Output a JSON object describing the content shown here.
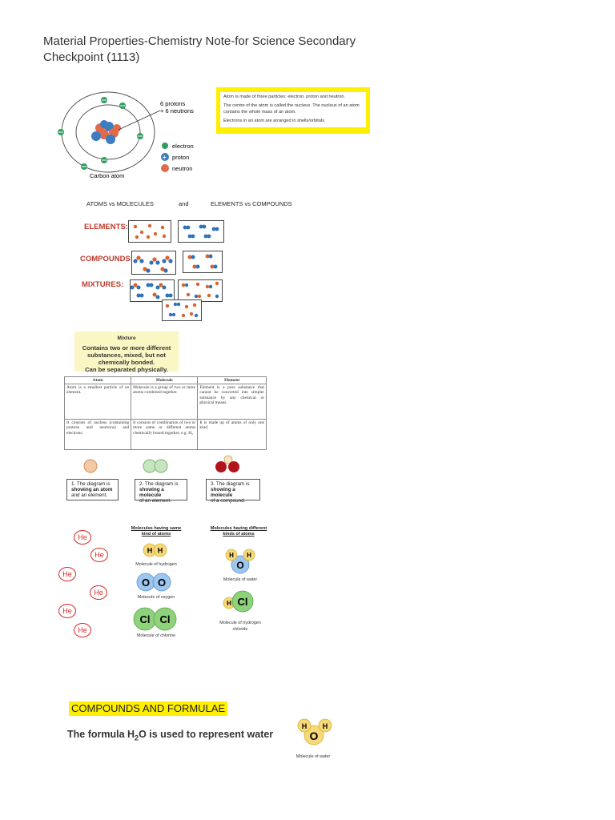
{
  "page": {
    "title_line1": "Material Properties-Chemistry Note-for Science Secondary",
    "title_line2": "Checkpoint (1113)"
  },
  "atom_figure": {
    "label_protons": "6 protons",
    "label_neutrons": "+ 6 neutrons",
    "legend_electron": "electron",
    "legend_proton": "proton",
    "legend_neutron": "neutron",
    "caption": "Carbon atom",
    "proton_symbol": "+"
  },
  "atom_note": {
    "line1": "Atom is made of three particles: electron, proton and neutron.",
    "line2": "The centre of the atom is called the nucleus. The nucleus of an atom contains the whole mass of an atom.",
    "line3": "Electrons in an atom are arranged in shells/orbitals."
  },
  "subheading": {
    "left": "ATOMS vs MOLECULES",
    "mid": "and",
    "right": "ELEMENTS vs COMPOUNDS"
  },
  "classification": {
    "elements": "ELEMENTS:",
    "compounds": "COMPOUNDS:",
    "mixtures": "MIXTURES:"
  },
  "mixture_box": {
    "heading": "Mixture",
    "line1": "Contains two or more different",
    "line2": "substances, mixed, but not",
    "line3": "chemically bonded.",
    "line4": "Can be separated physically."
  },
  "comparison_table": {
    "headers": [
      "Atom",
      "Molecule",
      "Element"
    ],
    "row1": [
      "Atom is a smallest particle of an element.",
      "Molecule is a group of two or more atoms combined together.",
      "Element is a pure substance that cannot be converted into simpler substance by any chemical or physical means."
    ],
    "row2": [
      "It consists of nucleus (containing protons and neutrons) and electrons.",
      "It consists of combination of two or more same or different atoms chemically bound together, e.g. H₂",
      "It is made up of atoms of only one kind."
    ]
  },
  "diagram_captions": {
    "c1": [
      "1. The diagram is",
      "showing an atom",
      "and an element."
    ],
    "c2": [
      "2. The diagram is",
      "showing a molecule",
      "of an element."
    ],
    "c3": [
      "3. The diagram is",
      "showing a molecule",
      "of a compound."
    ]
  },
  "molecules": {
    "same_heading_1": "Molecules having same",
    "same_heading_2": "kind of atoms",
    "diff_heading_1": "Molecules having different",
    "diff_heading_2": "kinds of atoms",
    "hydrogen_label": "Molecule of hydrogen",
    "oxygen_label": "Molecule of oxygen",
    "chlorine_label": "Molecule of chlorine",
    "water_label": "Molecule of water",
    "hcl_label_1": "Molecule of hydrogen",
    "hcl_label_2": "chloride",
    "sym_H": "H",
    "sym_O": "O",
    "sym_Cl": "Cl",
    "sym_He": "He"
  },
  "formula_section": {
    "heading": "COMPOUNDS AND FORMULAE",
    "formula_pre": "The formula H",
    "formula_sub": "2",
    "formula_post": "O is used to represent water",
    "water_label": "Molecule of water"
  }
}
